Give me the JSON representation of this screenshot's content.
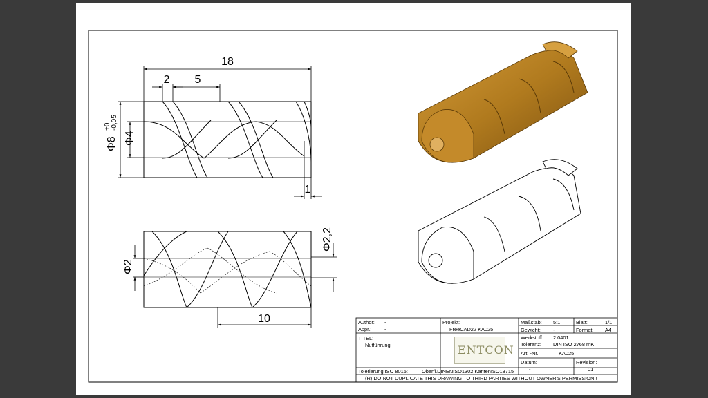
{
  "dimensions": {
    "length": "18",
    "gap": "2",
    "pitch_half": "5",
    "diameter_outer": "Φ8",
    "tolerance_upper": "+0",
    "tolerance_lower": "-0,05",
    "diameter_inner": "Φ4",
    "end_width": "1",
    "diameter_pin": "Φ2",
    "diameter_groove": "Φ2,2",
    "pitch": "10"
  },
  "title_block": {
    "author_label": "Author:",
    "author_value": "-",
    "appr_label": "Appr.:",
    "appr_value": "-",
    "projekt_label": "Projekt:",
    "projekt_value": "FreeCAD22 KA025",
    "massstab_label": "Maßstab:",
    "massstab_value": "5:1",
    "blatt_label": "Blatt:",
    "blatt_value": "1/1",
    "gewicht_label": "Gewicht:",
    "gewicht_value": "-",
    "format_label": "Format:",
    "format_value": "A4",
    "titel_label": "TITEL:",
    "titel_value": "Nutführung",
    "werkstoff_label": "Werkstoff:",
    "werkstoff_value": "2.0401",
    "toleranz_label": "Toleranz:",
    "toleranz_value": "DIN ISO 2768 mK",
    "artnr_label": "Art. -Nr.:",
    "artnr_value": "KA025",
    "datum_label": "Datum:",
    "datum_value": "-",
    "revision_label": "Revision:",
    "revision_value": "01",
    "tolerierung": "Tolerierung ISO 8015:",
    "oberfl": "Oberfl.DINENISO1302 KantenISO13715",
    "copyright": "(R) DO NOT DUPLICATE THIS DRAWING TO THIRD PARTIES WITHOUT OWNER'S PERMISSION !",
    "logo_text": "ENTCON"
  },
  "colors": {
    "page_bg": "#3a3a3a",
    "sheet": "#ffffff",
    "bronze": "#b07a1e",
    "bronze_dark": "#7a5010",
    "bronze_light": "#d39a38"
  }
}
